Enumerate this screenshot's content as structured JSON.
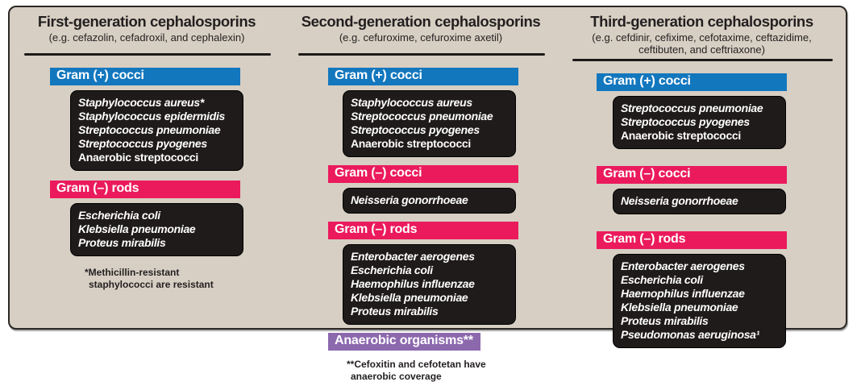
{
  "colors": {
    "gram_positive_header": "#1377be",
    "gram_negative_header": "#eb1a5d",
    "anaerobic_header": "#8c68ad",
    "organism_box": "#1f1b1a",
    "panel_background": "#d7cfc3"
  },
  "columns": [
    {
      "title": "First-generation cephalosporins",
      "subtitle": "(e.g. cefazolin, cefadroxil, and cephalexin)",
      "sections": [
        {
          "header": "Gram (+) cocci",
          "organisms": [
            "Staphylococcus aureus*",
            "Staphylococcus epidermidis",
            "Streptococcus pneumoniae",
            "Streptococcus pyogenes",
            "Anaerobic streptococci"
          ]
        },
        {
          "header": "Gram (–) rods",
          "organisms": [
            "Escherichia coli",
            "Klebsiella pneumoniae",
            "Proteus mirabilis"
          ]
        }
      ],
      "footnote": [
        "*Methicillin-resistant",
        "staphylococci are resistant"
      ]
    },
    {
      "title": "Second-generation cephalosporins",
      "subtitle": "(e.g. cefuroxime,  cefuroxime axetil)",
      "sections": [
        {
          "header": "Gram (+) cocci",
          "organisms": [
            "Staphylococcus aureus",
            "Streptococcus pneumoniae",
            "Streptococcus pyogenes",
            "Anaerobic streptococci"
          ]
        },
        {
          "header": "Gram (–) cocci",
          "organisms": [
            "Neisseria gonorrhoeae"
          ]
        },
        {
          "header": "Gram (–) rods",
          "organisms": [
            "Enterobacter aerogenes",
            "Escherichia coli",
            "Haemophilus influenzae",
            "Klebsiella pneumoniae",
            "Proteus mirabilis"
          ]
        },
        {
          "header": "Anaerobic organisms**",
          "organisms": []
        }
      ],
      "footnote": [
        "**Cefoxitin and cefotetan have",
        "anaerobic coverage"
      ]
    },
    {
      "title": "Third-generation cephalosporins",
      "subtitle": "(e.g. cefdinir, cefixime, cefotaxime, ceftazidime, ceftibuten, and ceftriaxone)",
      "sections": [
        {
          "header": "Gram (+) cocci",
          "organisms": [
            "Streptococcus pneumoniae",
            "Streptococcus pyogenes",
            "Anaerobic streptococci"
          ]
        },
        {
          "header": "Gram (–) cocci",
          "organisms": [
            "Neisseria gonorrhoeae"
          ]
        },
        {
          "header": "Gram (–) rods",
          "organisms": [
            "Enterobacter aerogenes",
            "Escherichia coli",
            "Haemophilus influenzae",
            "Klebsiella pneumoniae",
            "Proteus mirabilis",
            "Pseudomonas aeruginosa¹"
          ]
        }
      ],
      "footnote": []
    }
  ]
}
